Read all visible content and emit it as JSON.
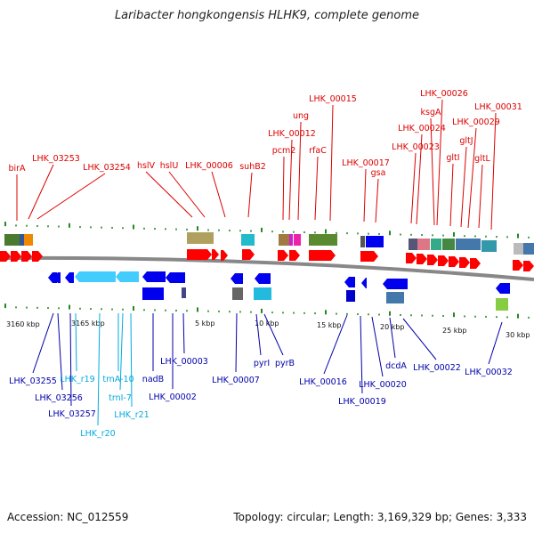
{
  "title": "Laribacter hongkongensis HLHK9, complete genome",
  "footer": {
    "accession": "Accession: NC_012559",
    "summary": "Topology: circular; Length: 3,169,329 bp; Genes: 3,333"
  },
  "colors": {
    "forward_label": "#dd0000",
    "reverse_label": "#0000aa",
    "rna_label": "#00aadd",
    "forward_arrow": "#ff0000",
    "reverse_arrow": "#0000ee",
    "rna_arrow": "#44ccff",
    "tick": "#228822",
    "backbone": "#888888"
  },
  "scale_labels": [
    "3160 kbp",
    "3165 kbp",
    "5 kbp",
    "10 kbp",
    "15 kbp",
    "20 kbp",
    "25 kbp",
    "30 kbp"
  ],
  "forward_labels": [
    "birA",
    "LHK_03253",
    "LHK_03254",
    "hslV",
    "hslU",
    "LHK_00006",
    "suhB2",
    "pcm2",
    "LHK_00012",
    "ung",
    "rfaC",
    "LHK_00015",
    "LHK_00017",
    "gsa",
    "LHK_00023",
    "LHK_00024",
    "ksgA",
    "LHK_00026",
    "gltI",
    "gltJ",
    "LHK_00029",
    "gltL",
    "LHK_00031"
  ],
  "reverse_labels": [
    "LHK_03255",
    "LHK_03256",
    "LHK_03257",
    "LHK_r19",
    "LHK_r20",
    "trnA-10",
    "trnI-7",
    "LHK_r21",
    "nadB",
    "LHK_00002",
    "LHK_00003",
    "LHK_00007",
    "pyrI",
    "pyrB",
    "LHK_00016",
    "LHK_00019",
    "LHK_00020",
    "dcdA",
    "LHK_00022",
    "LHK_00032"
  ]
}
